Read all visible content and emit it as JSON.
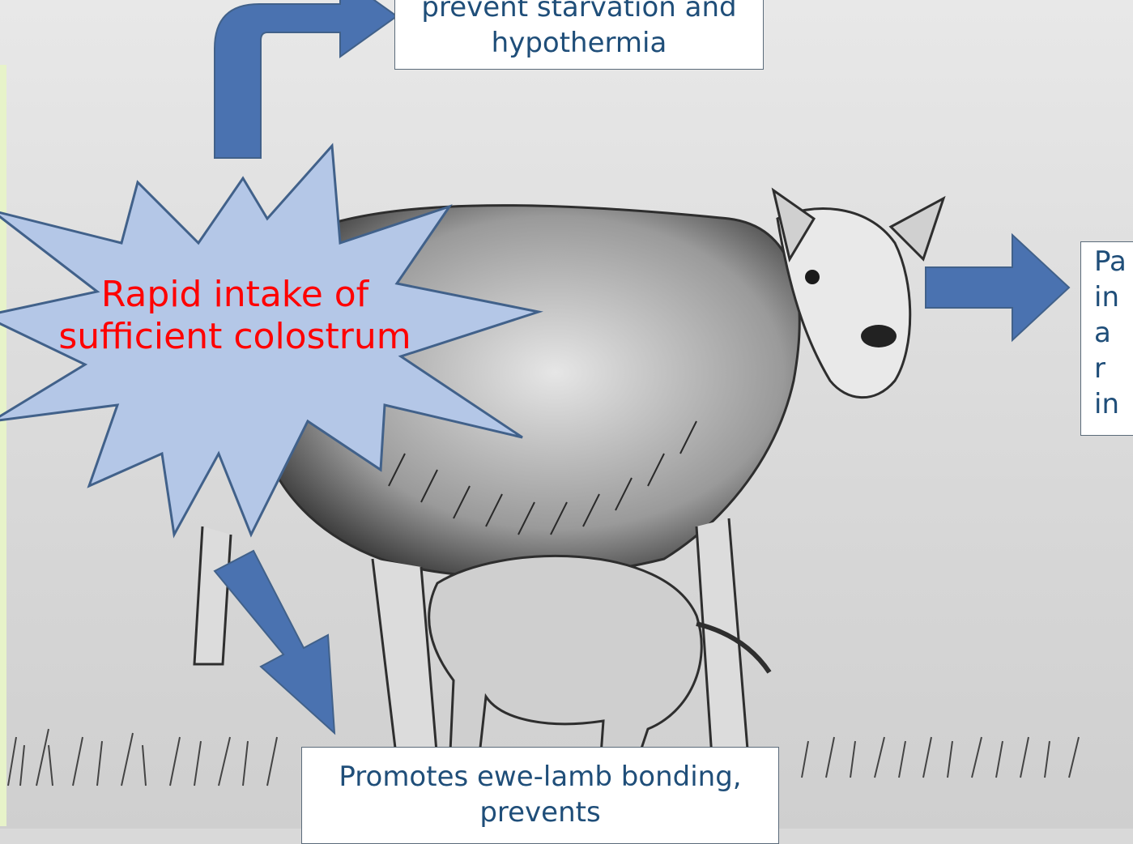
{
  "slide": {
    "burst_text": "Rapid intake of sufficient colostrum",
    "box_top": {
      "text": "prevent starvation and hypothermia"
    },
    "box_bottom": {
      "text": "Promotes ewe-lamb bonding, prevents"
    },
    "box_right": {
      "lines": [
        "Pa",
        "in",
        "a",
        "r",
        "in"
      ]
    }
  },
  "colors": {
    "burst_fill": "#b4c7e7",
    "burst_stroke": "#41618a",
    "arrow_fill": "#4a72b0",
    "label_red": "#ff0000",
    "box_text": "#1f4e79"
  }
}
